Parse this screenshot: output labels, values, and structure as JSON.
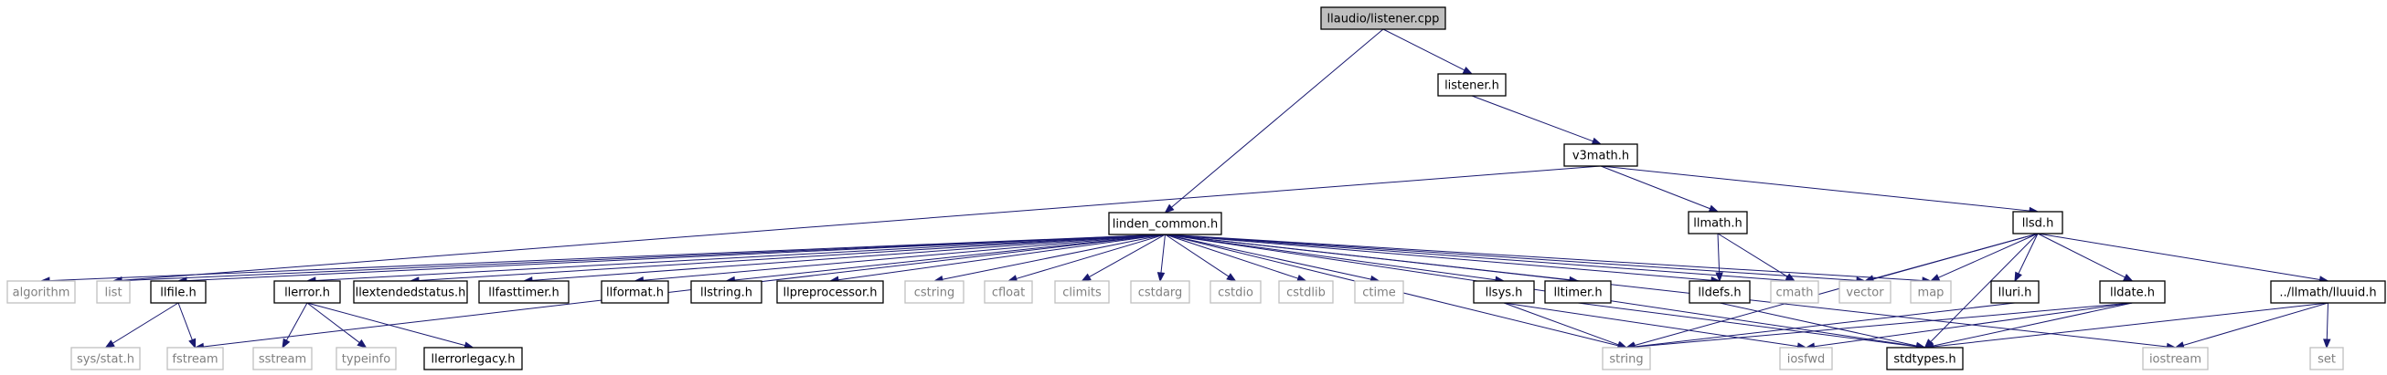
{
  "graph": {
    "title": "llaudio/listener.cpp",
    "edge_color": "#191970",
    "nodes": [
      {
        "id": "root",
        "label": "llaudio/listener.cpp",
        "kind": "root"
      },
      {
        "id": "listener_h",
        "label": "listener.h",
        "kind": "doc"
      },
      {
        "id": "v3math",
        "label": "v3math.h",
        "kind": "doc"
      },
      {
        "id": "linden",
        "label": "linden_common.h",
        "kind": "doc"
      },
      {
        "id": "llmath",
        "label": "llmath.h",
        "kind": "doc"
      },
      {
        "id": "llsd",
        "label": "llsd.h",
        "kind": "doc"
      },
      {
        "id": "algorithm",
        "label": "algorithm",
        "kind": "sys"
      },
      {
        "id": "list",
        "label": "list",
        "kind": "sys"
      },
      {
        "id": "llfile",
        "label": "llfile.h",
        "kind": "doc"
      },
      {
        "id": "llerror",
        "label": "llerror.h",
        "kind": "doc"
      },
      {
        "id": "llextended",
        "label": "llextendedstatus.h",
        "kind": "doc"
      },
      {
        "id": "llfasttimer",
        "label": "llfasttimer.h",
        "kind": "doc"
      },
      {
        "id": "llformat",
        "label": "llformat.h",
        "kind": "doc"
      },
      {
        "id": "llstring",
        "label": "llstring.h",
        "kind": "doc"
      },
      {
        "id": "llpreproc",
        "label": "llpreprocessor.h",
        "kind": "doc"
      },
      {
        "id": "cstring",
        "label": "cstring",
        "kind": "sys"
      },
      {
        "id": "cfloat",
        "label": "cfloat",
        "kind": "sys"
      },
      {
        "id": "climits",
        "label": "climits",
        "kind": "sys"
      },
      {
        "id": "cstdarg",
        "label": "cstdarg",
        "kind": "sys"
      },
      {
        "id": "cstdio",
        "label": "cstdio",
        "kind": "sys"
      },
      {
        "id": "cstdlib",
        "label": "cstdlib",
        "kind": "sys"
      },
      {
        "id": "ctime",
        "label": "ctime",
        "kind": "sys"
      },
      {
        "id": "llsys",
        "label": "llsys.h",
        "kind": "doc"
      },
      {
        "id": "lltimer",
        "label": "lltimer.h",
        "kind": "doc"
      },
      {
        "id": "lldefs",
        "label": "lldefs.h",
        "kind": "doc"
      },
      {
        "id": "cmath",
        "label": "cmath",
        "kind": "sys"
      },
      {
        "id": "vector",
        "label": "vector",
        "kind": "sys"
      },
      {
        "id": "map",
        "label": "map",
        "kind": "sys"
      },
      {
        "id": "lluri",
        "label": "lluri.h",
        "kind": "doc"
      },
      {
        "id": "lldate",
        "label": "lldate.h",
        "kind": "doc"
      },
      {
        "id": "lluuid",
        "label": "../llmath/lluuid.h",
        "kind": "doc"
      },
      {
        "id": "sysstat",
        "label": "sys/stat.h",
        "kind": "sys"
      },
      {
        "id": "fstream",
        "label": "fstream",
        "kind": "sys"
      },
      {
        "id": "sstream",
        "label": "sstream",
        "kind": "sys"
      },
      {
        "id": "typeinfo",
        "label": "typeinfo",
        "kind": "sys"
      },
      {
        "id": "llerrorlegacy",
        "label": "llerrorlegacy.h",
        "kind": "doc"
      },
      {
        "id": "string",
        "label": "string",
        "kind": "sys"
      },
      {
        "id": "iosfwd",
        "label": "iosfwd",
        "kind": "sys"
      },
      {
        "id": "stdtypes",
        "label": "stdtypes.h",
        "kind": "doc"
      },
      {
        "id": "iostream",
        "label": "iostream",
        "kind": "sys"
      },
      {
        "id": "set",
        "label": "set",
        "kind": "sys"
      }
    ],
    "edges": [
      [
        "root",
        "listener_h"
      ],
      [
        "root",
        "linden"
      ],
      [
        "listener_h",
        "v3math"
      ],
      [
        "v3math",
        "llmath"
      ],
      [
        "v3math",
        "llsd"
      ],
      [
        "v3math",
        "list"
      ],
      [
        "linden",
        "algorithm"
      ],
      [
        "linden",
        "list"
      ],
      [
        "linden",
        "llfile"
      ],
      [
        "linden",
        "llerror"
      ],
      [
        "linden",
        "llextended"
      ],
      [
        "linden",
        "llfasttimer"
      ],
      [
        "linden",
        "llformat"
      ],
      [
        "linden",
        "llstring"
      ],
      [
        "linden",
        "llpreproc"
      ],
      [
        "linden",
        "cstring"
      ],
      [
        "linden",
        "cfloat"
      ],
      [
        "linden",
        "climits"
      ],
      [
        "linden",
        "cstdarg"
      ],
      [
        "linden",
        "cstdio"
      ],
      [
        "linden",
        "cstdlib"
      ],
      [
        "linden",
        "ctime"
      ],
      [
        "linden",
        "llsys"
      ],
      [
        "linden",
        "lltimer"
      ],
      [
        "linden",
        "lldefs"
      ],
      [
        "linden",
        "cmath"
      ],
      [
        "linden",
        "vector"
      ],
      [
        "linden",
        "map"
      ],
      [
        "linden",
        "string"
      ],
      [
        "linden",
        "stdtypes"
      ],
      [
        "linden",
        "iostream"
      ],
      [
        "linden",
        "fstream"
      ],
      [
        "llmath",
        "lldefs"
      ],
      [
        "llmath",
        "cmath"
      ],
      [
        "llsd",
        "vector"
      ],
      [
        "llsd",
        "map"
      ],
      [
        "llsd",
        "lluri"
      ],
      [
        "llsd",
        "lldate"
      ],
      [
        "llsd",
        "lluuid"
      ],
      [
        "llsd",
        "stdtypes"
      ],
      [
        "llsd",
        "string"
      ],
      [
        "llfile",
        "sysstat"
      ],
      [
        "llfile",
        "fstream"
      ],
      [
        "llerror",
        "sstream"
      ],
      [
        "llerror",
        "typeinfo"
      ],
      [
        "llerror",
        "llerrorlegacy"
      ],
      [
        "llsys",
        "string"
      ],
      [
        "llsys",
        "iosfwd"
      ],
      [
        "lltimer",
        "stdtypes"
      ],
      [
        "lldefs",
        "stdtypes"
      ],
      [
        "lluri",
        "string"
      ],
      [
        "lldate",
        "iosfwd"
      ],
      [
        "lldate",
        "string"
      ],
      [
        "lldate",
        "stdtypes"
      ],
      [
        "lluuid",
        "stdtypes"
      ],
      [
        "lluuid",
        "iostream"
      ],
      [
        "lluuid",
        "set"
      ]
    ]
  }
}
